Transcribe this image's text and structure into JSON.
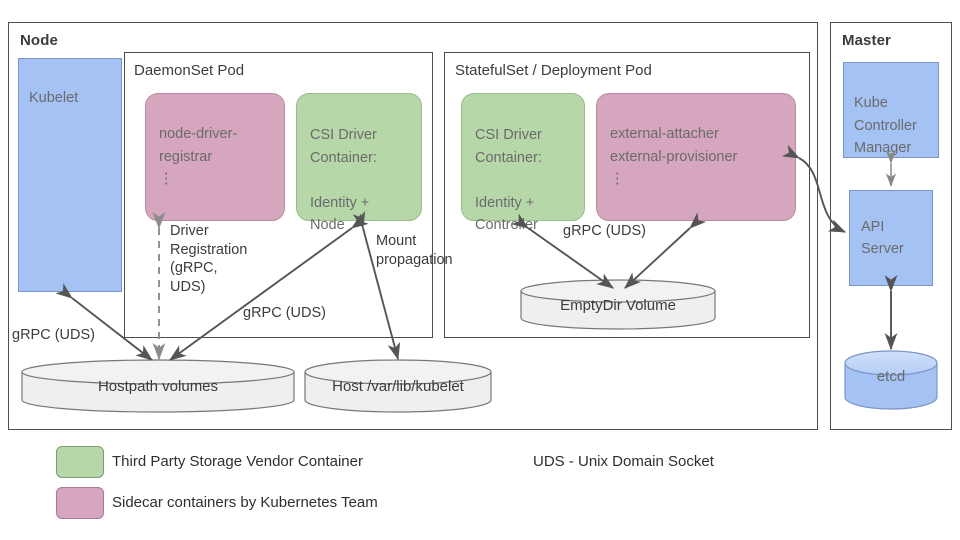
{
  "diagram": {
    "title": "Kubernetes CSI Architecture",
    "colors": {
      "green": "#b6d7a8",
      "pink": "#d5a6bd",
      "blue": "#a4c2f4",
      "cylinder_gray": "#efefef",
      "border": "#4d4d4d",
      "text": "#3c3c3c",
      "box_text": "#6b6b6b"
    }
  },
  "node_group": {
    "title": "Node",
    "kubelet": {
      "label": "Kubelet"
    },
    "daemonset_pod": {
      "title": "DaemonSet Pod",
      "node_driver_registrar": {
        "label": "node-driver-\nregistrar\n        ⋮"
      },
      "csi_driver_container": {
        "label": "CSI Driver\nContainer:\n\nIdentity +\nNode"
      }
    },
    "statefulset_pod": {
      "title": "StatefulSet / Deployment Pod",
      "csi_driver_container": {
        "label": "CSI Driver\nContainer:\n\nIdentity +\nController"
      },
      "external_sidecars": {
        "label": "external-attacher\nexternal-provisioner\n             ⋮"
      },
      "emptydir_volume": {
        "label": "EmptyDir Volume"
      }
    },
    "hostpath_volumes": {
      "label": "Hostpath volumes"
    },
    "host_kubelet_dir": {
      "label": "Host /var/lib/kubelet"
    }
  },
  "master_group": {
    "title": "Master",
    "kube_controller_manager": {
      "label": "Kube\nController\nManager"
    },
    "api_server": {
      "label": "API\nServer"
    },
    "etcd": {
      "label": "etcd"
    }
  },
  "edges": {
    "kubelet_hostpath": "gRPC (UDS)",
    "driver_registration": "Driver\nRegistration\n(gRPC,\nUDS)",
    "node_plugin_grpc": "gRPC (UDS)",
    "mount_propagation": "Mount\npropagation",
    "controller_grpc": "gRPC (UDS)"
  },
  "legend": {
    "items": [
      {
        "swatch": "green",
        "label": "Third Party Storage Vendor Container"
      },
      {
        "swatch": "pink",
        "label": "Sidecar containers by Kubernetes Team"
      }
    ],
    "note": "UDS - Unix Domain Socket"
  }
}
